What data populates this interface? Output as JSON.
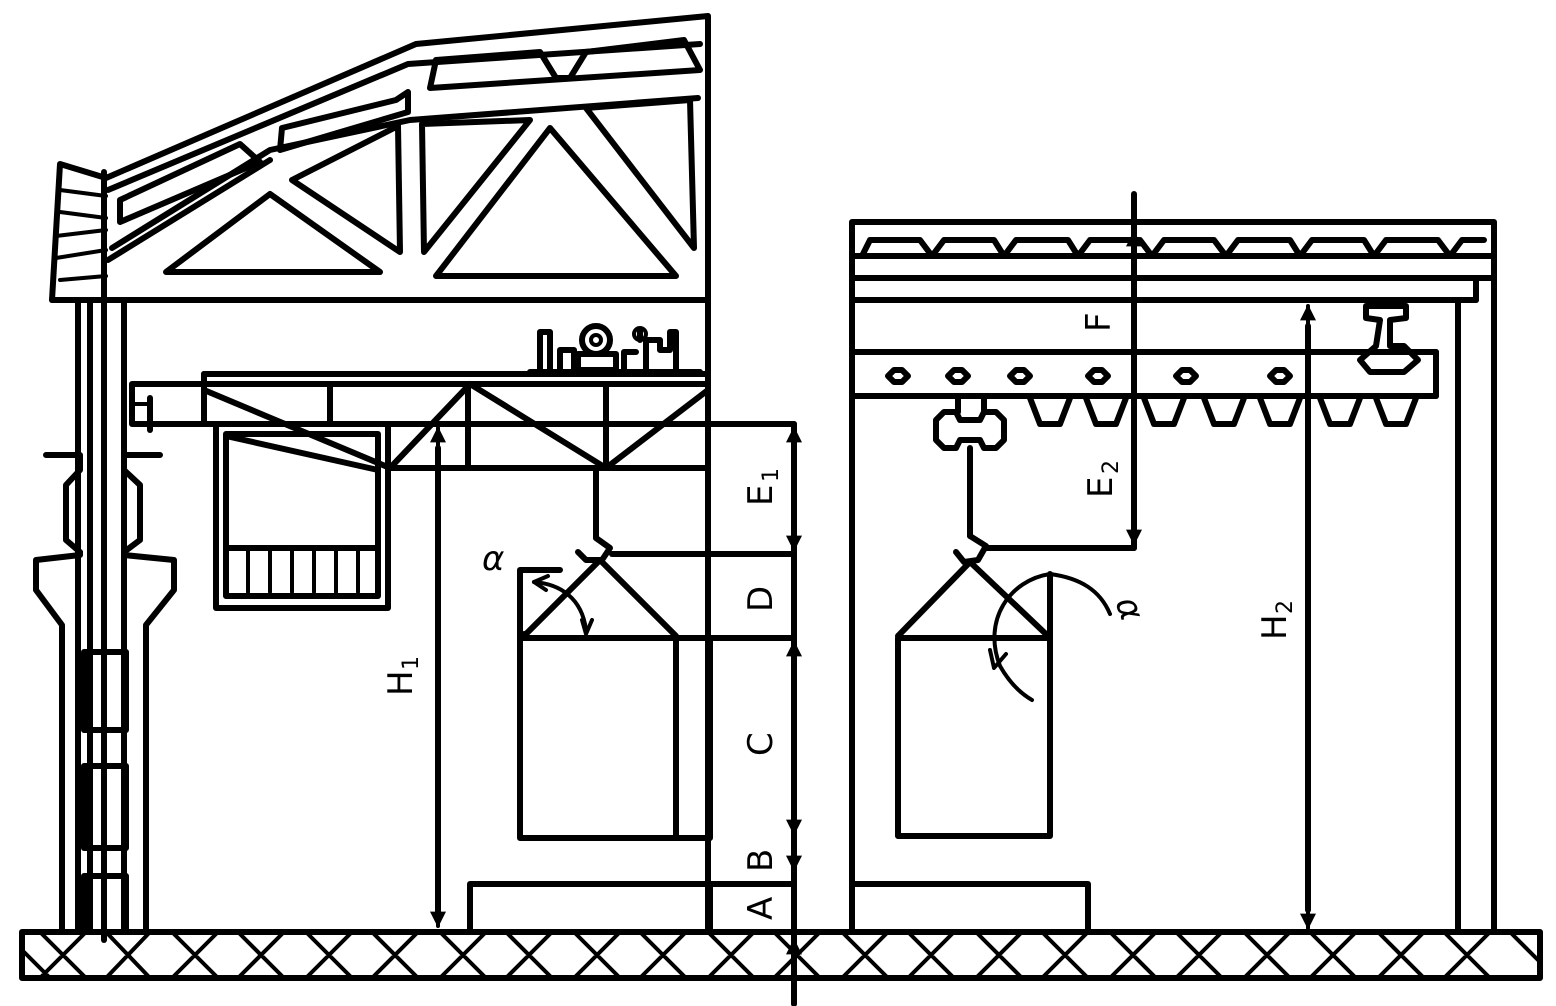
{
  "labels": {
    "a": "A",
    "b": "B",
    "c": "C",
    "d": "D",
    "e1": "E",
    "e1_sub": "1",
    "e2": "E",
    "e2_sub": "2",
    "f": "F",
    "h1": "H",
    "h1_sub": "1",
    "h2": "H",
    "h2_sub": "2",
    "alpha_left": "α",
    "alpha_right": "α"
  }
}
